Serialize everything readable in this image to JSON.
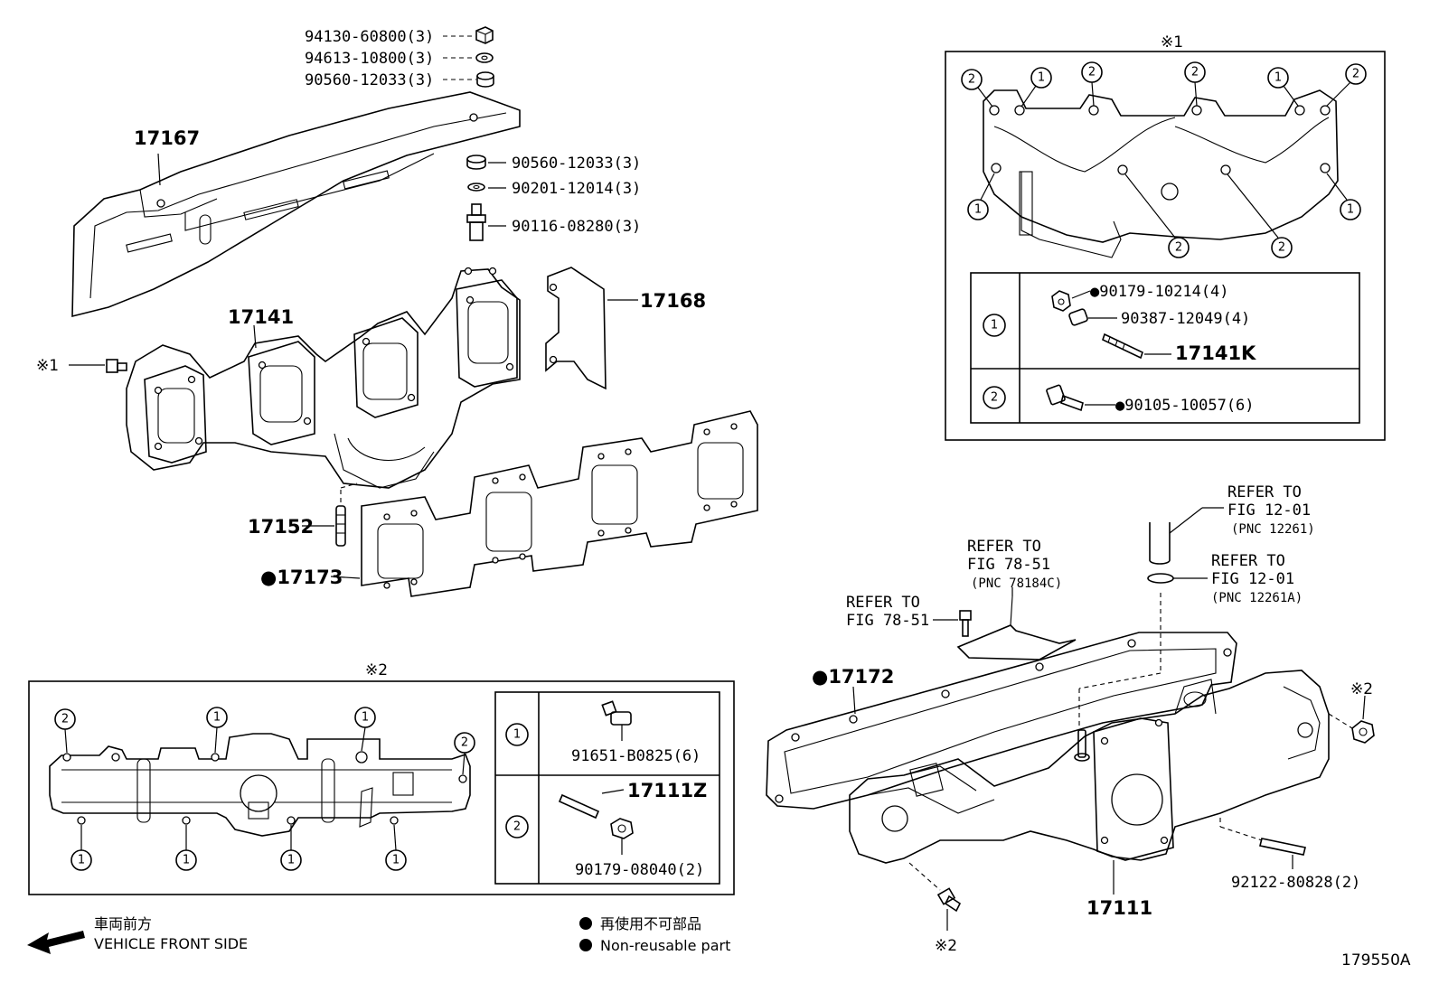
{
  "callouts": {
    "p94130": "94130-60800(3)",
    "p94613": "94613-10800(3)",
    "p90560a": "90560-12033(3)",
    "p17167": "17167",
    "p90560b": "90560-12033(3)",
    "p90201": "90201-12014(3)",
    "p90116": "90116-08280(3)",
    "p17168": "17168",
    "p17141": "17141",
    "note1_left": "※1",
    "p17152": "17152",
    "p17173": "●17173",
    "p17172": "●17172",
    "p17111": "17111",
    "p92122": "92122-80828(2)",
    "note2_right": "※2",
    "note2_bottom": "※2"
  },
  "refs": {
    "ref_a": {
      "line1": "REFER TO",
      "line2": "FIG 12-01",
      "line3": "(PNC 12261)"
    },
    "ref_b": {
      "line1": "REFER TO",
      "line2": "FIG 12-01",
      "line3": "(PNC 12261A)"
    },
    "ref_c": {
      "line1": "REFER TO",
      "line2": "FIG 78-51",
      "line3": "(PNC 78184C)"
    },
    "ref_d": {
      "line1": "REFER TO",
      "line2": "FIG 78-51"
    }
  },
  "inset1": {
    "title": "※1",
    "row1_no": "1",
    "row2_no": "2",
    "p90179": "●90179-10214(4)",
    "p90387": "90387-12049(4)",
    "p17141K": "17141K",
    "p90105": "●90105-10057(6)",
    "marker1": "1",
    "marker2": "2"
  },
  "inset2": {
    "title": "※2",
    "row1_no": "1",
    "row2_no": "2",
    "p91651": "91651-B0825(6)",
    "p17111Z": "17111Z",
    "p90179": "90179-08040(2)",
    "marker1": "1",
    "marker2": "2"
  },
  "legend": {
    "vehicle_jp": "車両前方",
    "vehicle_en": "VEHICLE FRONT SIDE",
    "nonreuse_jp": "再使用不可部品",
    "nonreuse_en": "Non-reusable part"
  },
  "figure_id": "179550A"
}
